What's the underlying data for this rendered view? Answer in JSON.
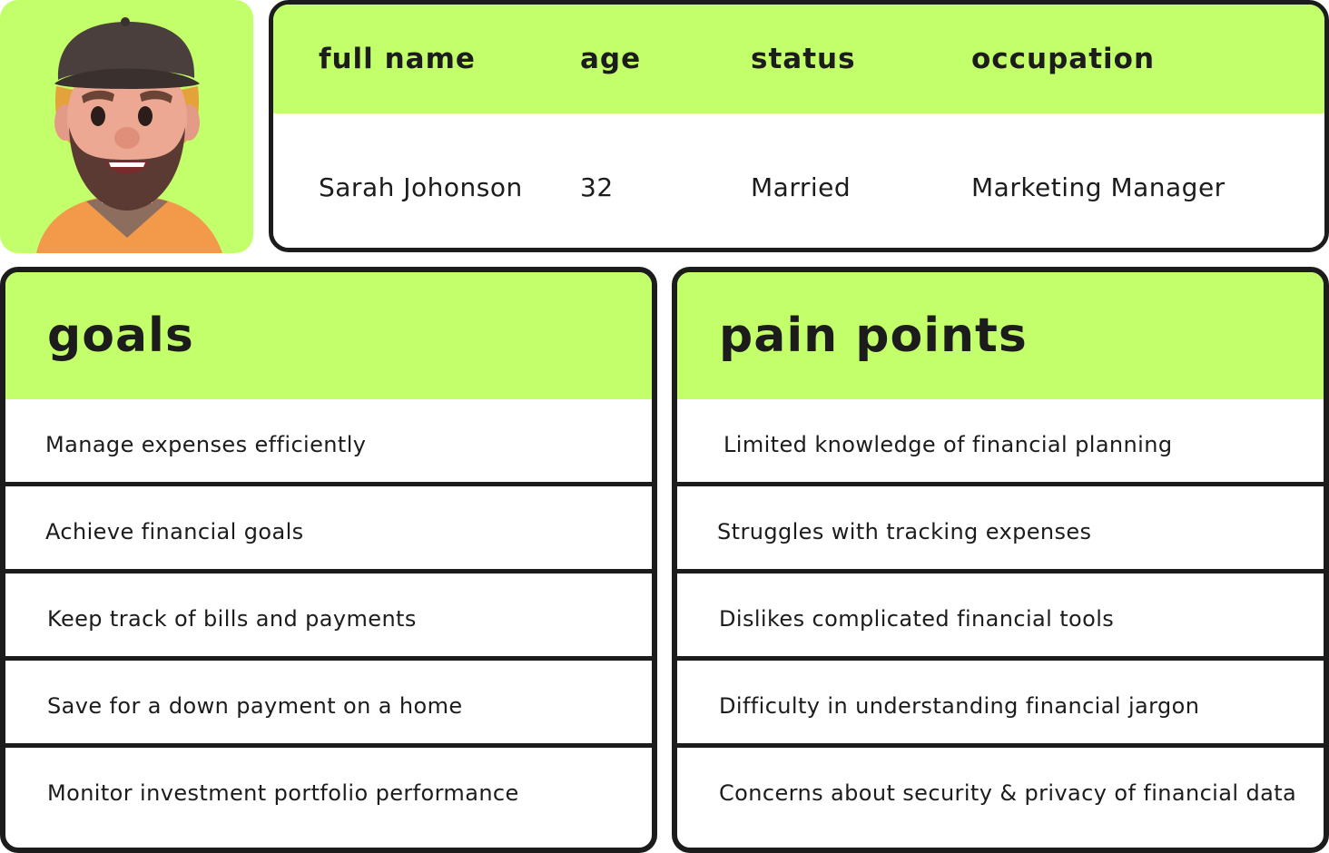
{
  "profile": {
    "headers": [
      "full name",
      "age",
      "status",
      "occupation"
    ],
    "values": [
      "Sarah Johonson",
      "32",
      "Married",
      "Marketing Manager"
    ]
  },
  "goals": {
    "title": "goals",
    "items": [
      "Manage expenses efficiently",
      "Achieve financial goals",
      "Keep track of bills and payments",
      "Save for a down payment on a home",
      "Monitor investment portfolio performance"
    ]
  },
  "pain_points": {
    "title": "pain points",
    "items": [
      "Limited knowledge of financial planning",
      "Struggles with tracking expenses",
      "Dislikes complicated financial tools",
      "Difficulty in understanding financial jargon",
      "Concerns about security & privacy of financial data"
    ]
  },
  "colors": {
    "accent": "#c3ff6b",
    "border": "#1c1c1c",
    "text": "#1c1c1c"
  }
}
